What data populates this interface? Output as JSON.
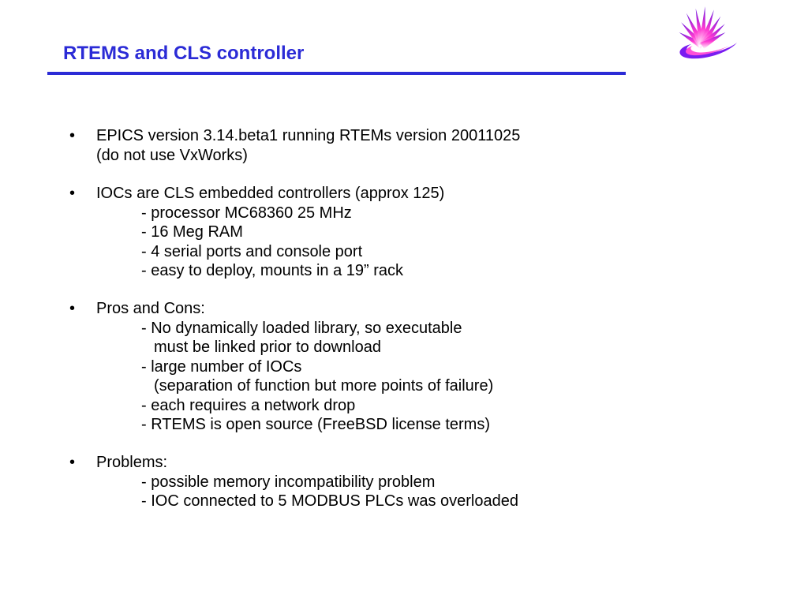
{
  "slide": {
    "title": "RTEMS and CLS controller",
    "accent_color": "#2b2bd6",
    "logo_icon": "starburst-logo"
  },
  "bullets": [
    {
      "lines": [
        {
          "text": "EPICS version 3.14.beta1 running RTEMs version 20011025",
          "indent": "main"
        },
        {
          "text": "(do not use VxWorks)",
          "indent": "main"
        }
      ]
    },
    {
      "lines": [
        {
          "text": "IOCs are CLS embedded controllers (approx 125)",
          "indent": "main"
        },
        {
          "text": "- processor MC68360 25 MHz",
          "indent": "sub"
        },
        {
          "text": "- 16 Meg RAM",
          "indent": "sub"
        },
        {
          "text": "- 4 serial ports and console port",
          "indent": "sub"
        },
        {
          "text": "- easy to deploy, mounts in a 19” rack",
          "indent": "sub"
        }
      ]
    },
    {
      "lines": [
        {
          "text": "Pros and Cons:",
          "indent": "main"
        },
        {
          "text": "- No dynamically loaded library, so executable",
          "indent": "sub"
        },
        {
          "text": "must be linked prior to download",
          "indent": "cont"
        },
        {
          "text": "- large number of IOCs",
          "indent": "sub"
        },
        {
          "text": "(separation of function but more points of failure)",
          "indent": "cont"
        },
        {
          "text": "- each requires a network drop",
          "indent": "sub"
        },
        {
          "text": "- RTEMS is open source (FreeBSD license terms)",
          "indent": "sub"
        }
      ]
    },
    {
      "lines": [
        {
          "text": "Problems:",
          "indent": "main"
        },
        {
          "text": "- possible memory incompatibility problem",
          "indent": "sub"
        },
        {
          "text": "- IOC connected to 5 MODBUS PLCs was overloaded",
          "indent": "sub"
        }
      ]
    }
  ]
}
